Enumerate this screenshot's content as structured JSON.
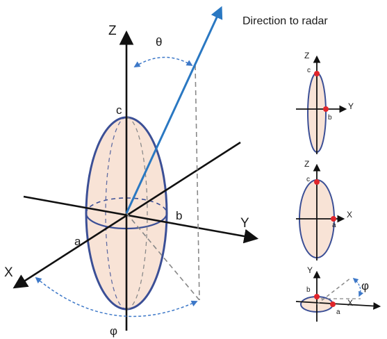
{
  "title": "Direction to radar",
  "main_view": {
    "axis_z": "Z",
    "axis_y": "Y",
    "axis_x": "X",
    "semi_axis_a": "a",
    "semi_axis_b": "b",
    "semi_axis_c": "c",
    "angle_theta": "θ",
    "angle_phi": "φ"
  },
  "view_zy": {
    "axis_vertical": "Z",
    "axis_horizontal": "Y",
    "point_top": "c",
    "point_side": "b"
  },
  "view_zx": {
    "axis_vertical": "Z",
    "axis_horizontal": "X",
    "point_top": "c",
    "point_side": "a"
  },
  "view_yx": {
    "axis_vertical": "Y",
    "axis_horizontal": "X",
    "point_top": "b",
    "point_side": "a",
    "angle": "φ"
  },
  "colors": {
    "ellipsoid_fill": "#f8e3d6",
    "ellipsoid_stroke": "#3b4f96",
    "radar_arrow": "#2a78c2",
    "angle_arc": "#3d78c8",
    "point": "#e0252b",
    "axis": "#111111"
  }
}
